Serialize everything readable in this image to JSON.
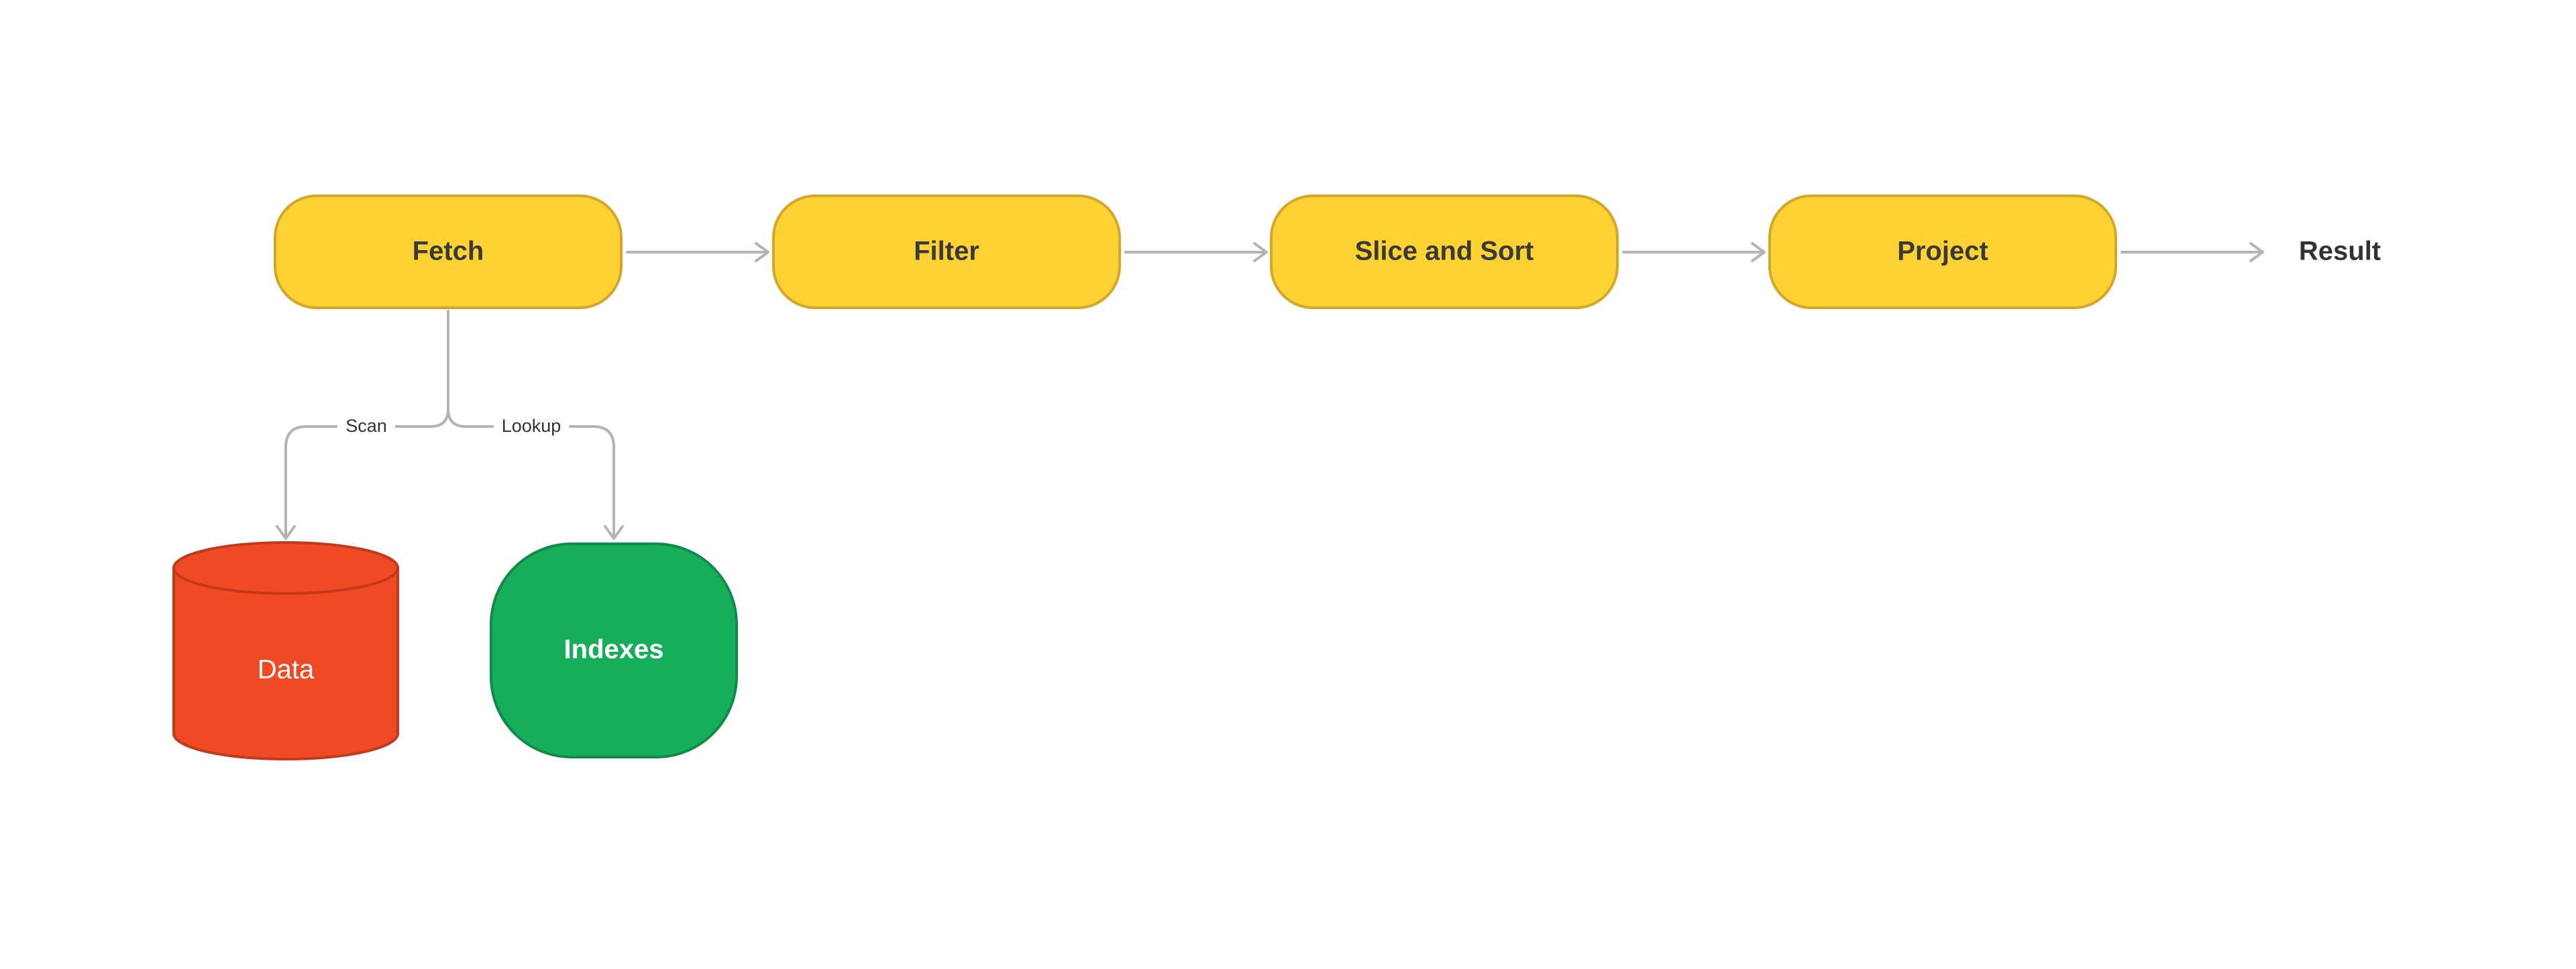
{
  "nodes": {
    "fetch": {
      "label": "Fetch",
      "fill": "#fdd232",
      "stroke": "#d4a62a",
      "text_color": "#3a3a3a"
    },
    "filter": {
      "label": "Filter",
      "fill": "#fdd232",
      "stroke": "#d4a62a",
      "text_color": "#3a3a3a"
    },
    "slice_sort": {
      "label": "Slice and Sort",
      "fill": "#fdd232",
      "stroke": "#d4a62a",
      "text_color": "#3a3a3a"
    },
    "project": {
      "label": "Project",
      "fill": "#fdd232",
      "stroke": "#d4a62a",
      "text_color": "#3a3a3a"
    },
    "result": {
      "label": "Result",
      "text_color": "#333333"
    },
    "data": {
      "label": "Data",
      "shape": "cylinder",
      "fill": "#f04a24",
      "stroke": "#c23a1c",
      "text_color": "#ffffff"
    },
    "indexes": {
      "label": "Indexes",
      "fill": "#16ad5b",
      "stroke": "#128a49",
      "text_color": "#ffffff"
    }
  },
  "edges": {
    "scan": {
      "label": "Scan"
    },
    "lookup": {
      "label": "Lookup"
    }
  },
  "colors": {
    "edge": "#b4b4b4",
    "background": "#ffffff"
  }
}
